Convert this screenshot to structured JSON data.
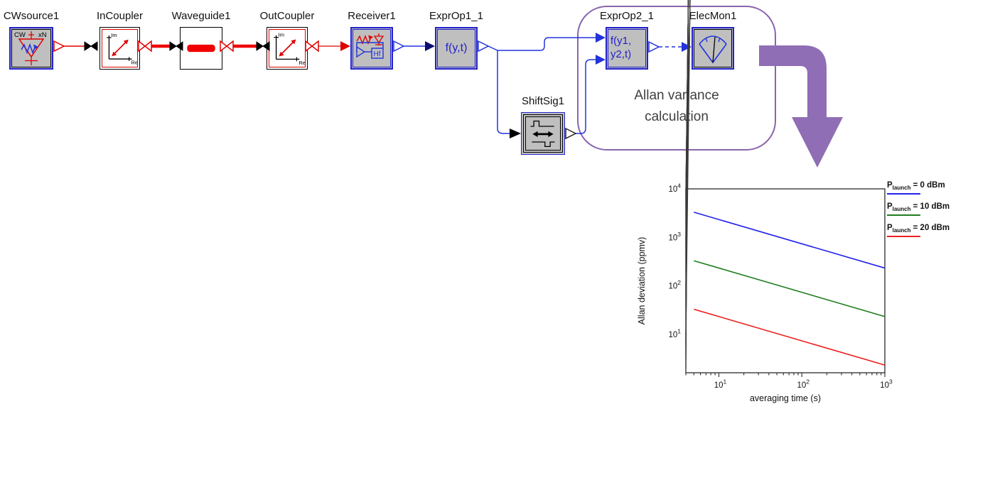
{
  "schematic": {
    "blocks": [
      {
        "id": "cwsource1",
        "label": "CWsource1",
        "icon_texts": {
          "t1": "CW",
          "t2": "xN"
        }
      },
      {
        "id": "incoupler",
        "label": "InCoupler",
        "icon_texts": {
          "im": "Im",
          "re": "Re"
        }
      },
      {
        "id": "waveguide1",
        "label": "Waveguide1"
      },
      {
        "id": "outcoupler",
        "label": "OutCoupler",
        "icon_texts": {
          "im": "Im",
          "re": "Re"
        }
      },
      {
        "id": "receiver1",
        "label": "Receiver1",
        "icon_texts": {
          "hf": "Hf"
        }
      },
      {
        "id": "exprop1",
        "label": "ExprOp1_1",
        "expr": "f(y,t)"
      },
      {
        "id": "shiftsig1",
        "label": "ShiftSig1"
      },
      {
        "id": "exprop2",
        "label": "ExprOp2_1",
        "expr_line1": "f(y1,",
        "expr_line2": "y2,t)"
      },
      {
        "id": "elecmon1",
        "label": "ElecMon1"
      }
    ],
    "annotation": "Allan variance calculation",
    "colors": {
      "wire_optical": "#e00000",
      "wire_electrical": "#2233dd",
      "block_fill": "#bfbfbf",
      "block_border_blue": "#2222cc",
      "purple_fill": "#8f6eb5",
      "purple_stroke": "#8a65ad"
    }
  },
  "chart_data": {
    "type": "line",
    "title": "",
    "xlabel": "averaging time (s)",
    "ylabel": "Allan deviation (ppmv)",
    "xscale": "log",
    "yscale": "log",
    "xlim": [
      4,
      1000
    ],
    "ylim": [
      1.62,
      10000
    ],
    "xticks": [
      10,
      100,
      1000
    ],
    "yticks": [
      10,
      100,
      1000,
      10000
    ],
    "grid": false,
    "legend_position": "right-outside",
    "axis_color": "#3a3a3a",
    "series": [
      {
        "name": "P_launch = 0 dBm",
        "color": "#2222ee",
        "points": [
          [
            5,
            3300
          ],
          [
            1000,
            233
          ]
        ]
      },
      {
        "name": "P_launch = 10 dBm",
        "color": "#1f7d1f",
        "points": [
          [
            5,
            330
          ],
          [
            1000,
            23.3
          ]
        ]
      },
      {
        "name": "P_launch = 20 dBm",
        "color": "#ee2020",
        "points": [
          [
            5,
            33
          ],
          [
            1000,
            2.33
          ]
        ]
      }
    ],
    "legend": [
      {
        "p": "P",
        "sub": "launch",
        "rest": " = 0 dBm"
      },
      {
        "p": "P",
        "sub": "launch",
        "rest": " = 10 dBm"
      },
      {
        "p": "P",
        "sub": "launch",
        "rest": " = 20 dBm"
      }
    ]
  }
}
